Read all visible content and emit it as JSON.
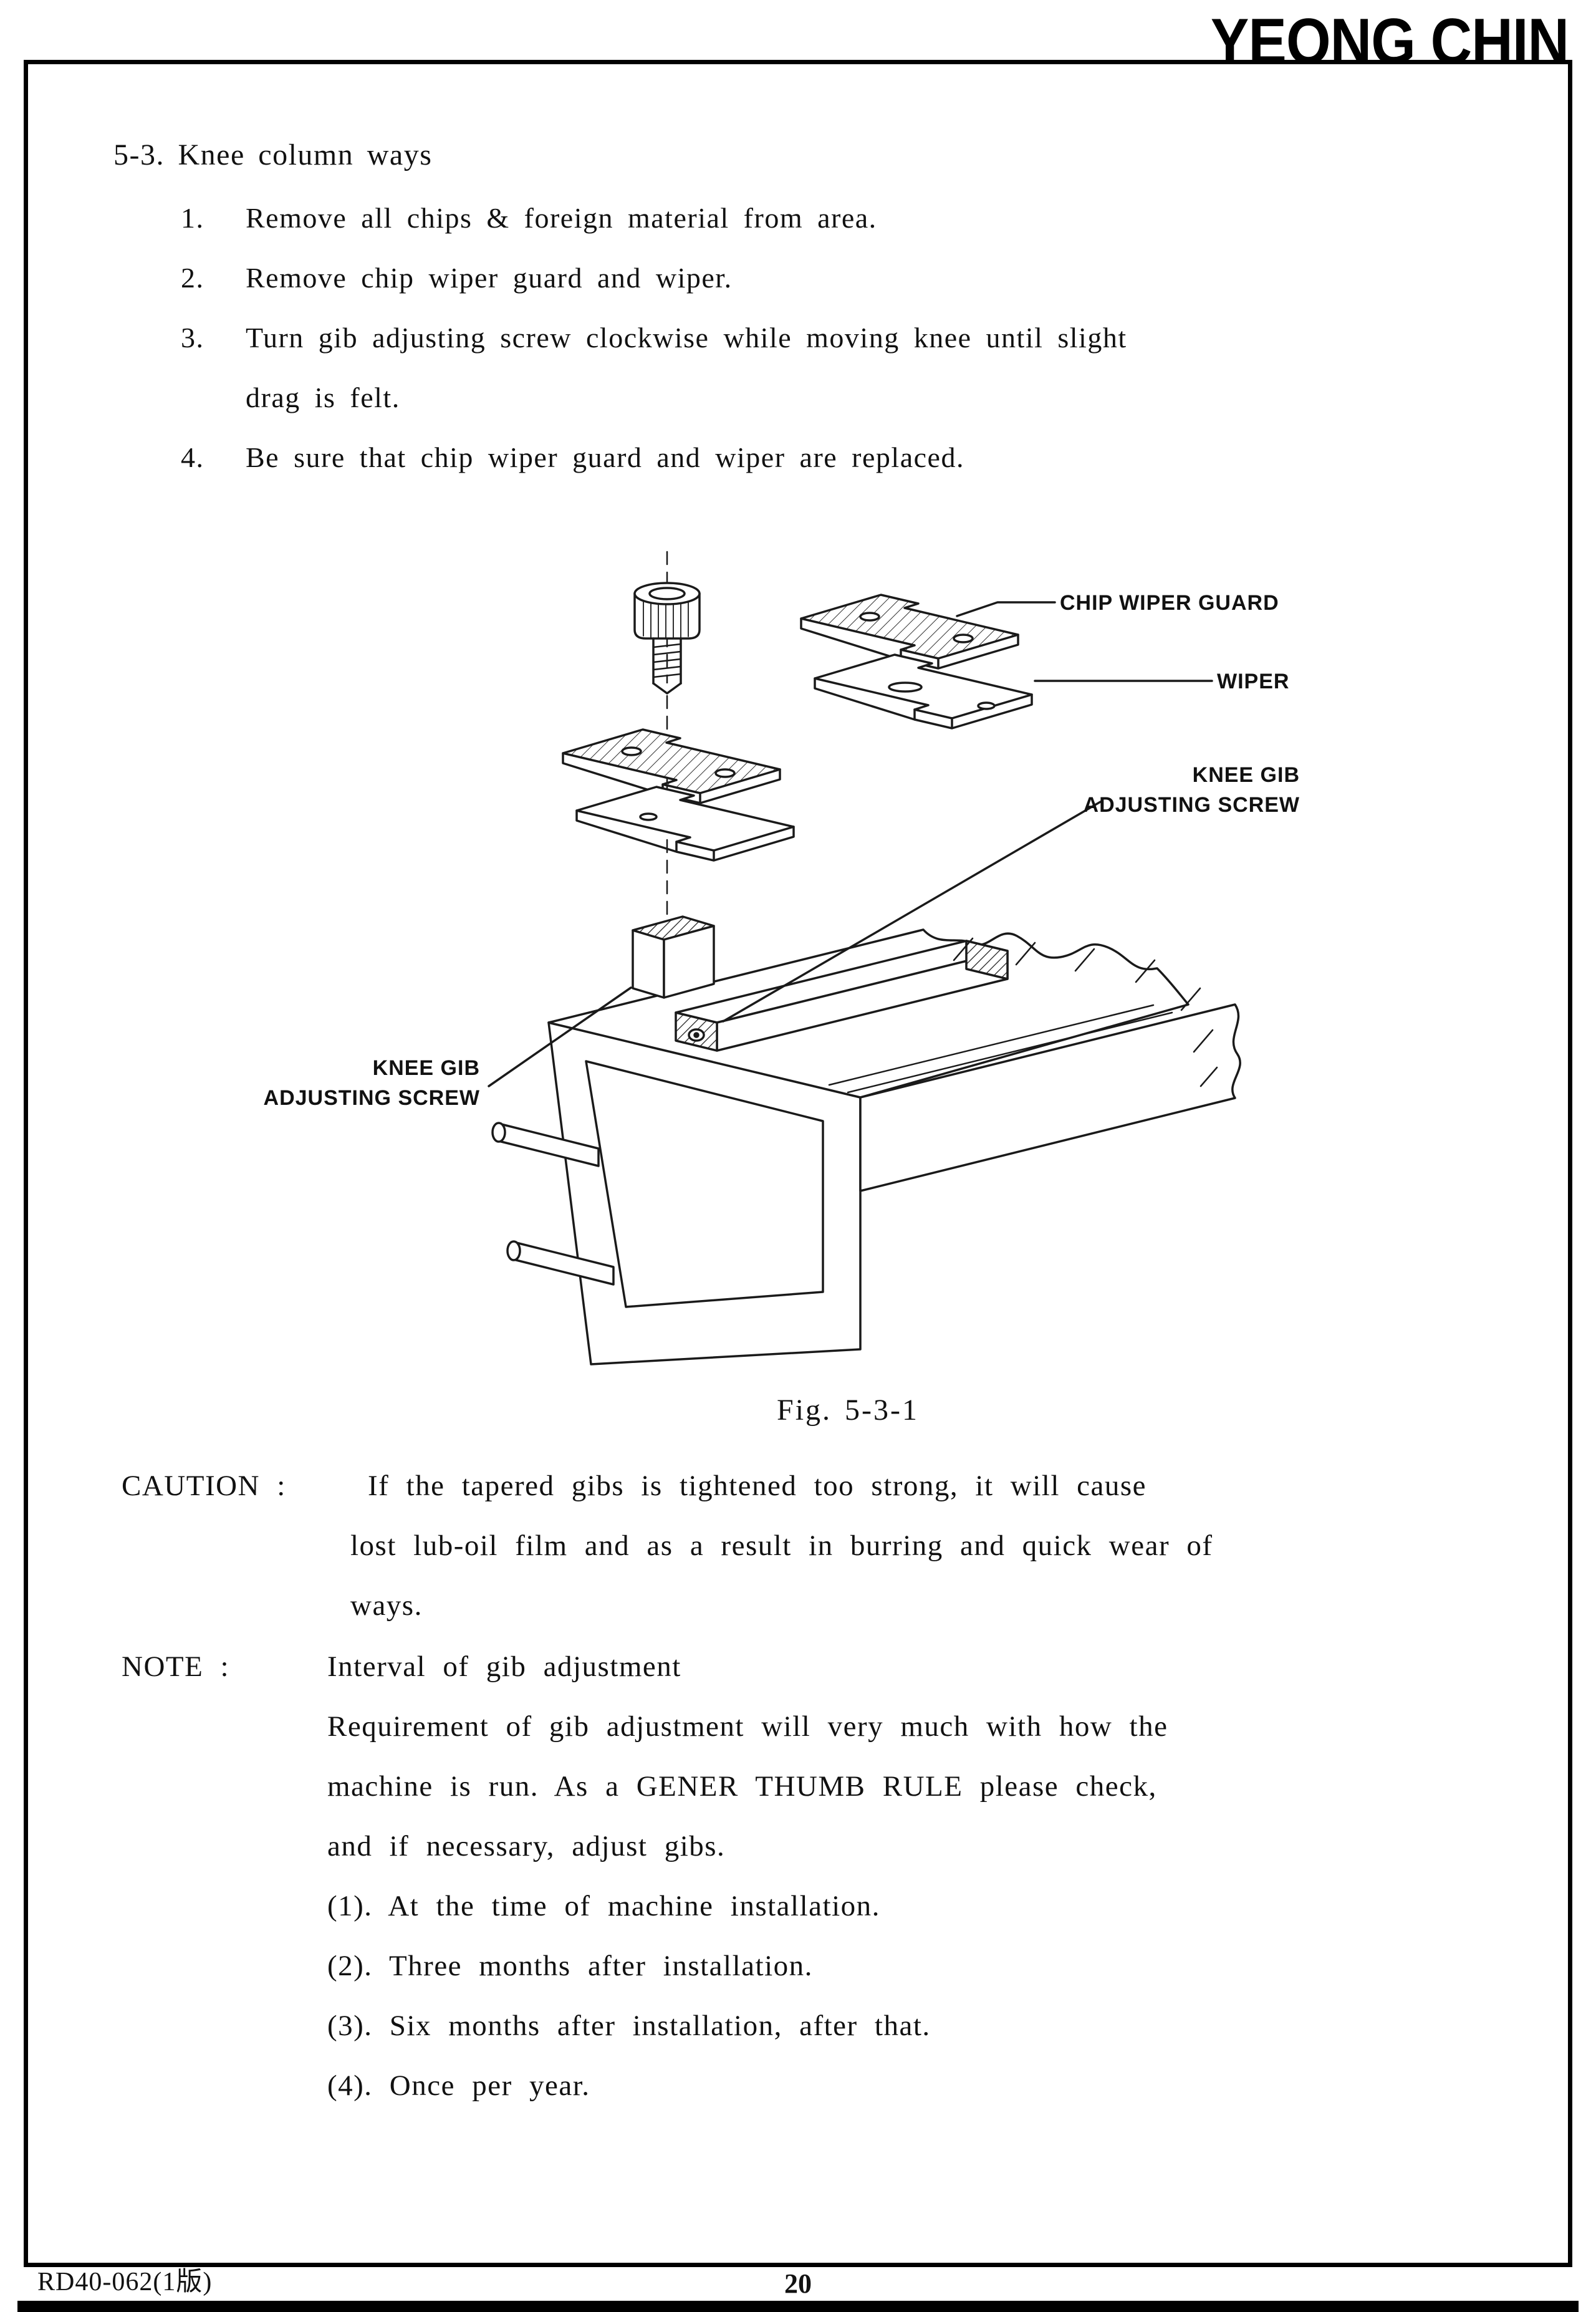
{
  "brand": {
    "logo_text": "YEONG CHIN"
  },
  "colors": {
    "ink": "#111111",
    "paper": "#ffffff"
  },
  "section": {
    "title": "5-3. Knee column ways",
    "steps": [
      {
        "num": "1.",
        "lines": [
          "Remove all chips & foreign material from area."
        ]
      },
      {
        "num": "2.",
        "lines": [
          "Remove chip wiper guard and wiper."
        ]
      },
      {
        "num": "3.",
        "lines": [
          "Turn gib adjusting screw clockwise while moving knee until slight",
          "drag is felt."
        ]
      },
      {
        "num": "4.",
        "lines": [
          "Be sure that chip wiper guard and wiper are replaced."
        ]
      }
    ]
  },
  "figure": {
    "caption": "Fig. 5-3-1",
    "labels": {
      "chip_wiper_guard": "CHIP WIPER GUARD",
      "wiper": "WIPER",
      "knee_gib_line1": "KNEE GIB",
      "knee_gib_line2": "ADJUSTING SCREW"
    }
  },
  "caution": {
    "label": "CAUTION :",
    "lines": [
      "If the tapered gibs is tightened too strong, it will cause",
      "lost lub-oil film and as a result in burring and quick wear of",
      "ways."
    ]
  },
  "note": {
    "label": "NOTE :",
    "intro": "Interval of gib adjustment",
    "lines": [
      "Requirement of gib adjustment will very much with how the",
      "machine is run.  As a GENER THUMB RULE please check,",
      "and if necessary, adjust gibs.",
      "(1). At the time of machine installation.",
      "(2). Three months after installation.",
      "(3). Six months after installation, after that.",
      "(4). Once per year."
    ]
  },
  "footer": {
    "doc_code": "RD40-062(1版)",
    "page_number": "20"
  }
}
